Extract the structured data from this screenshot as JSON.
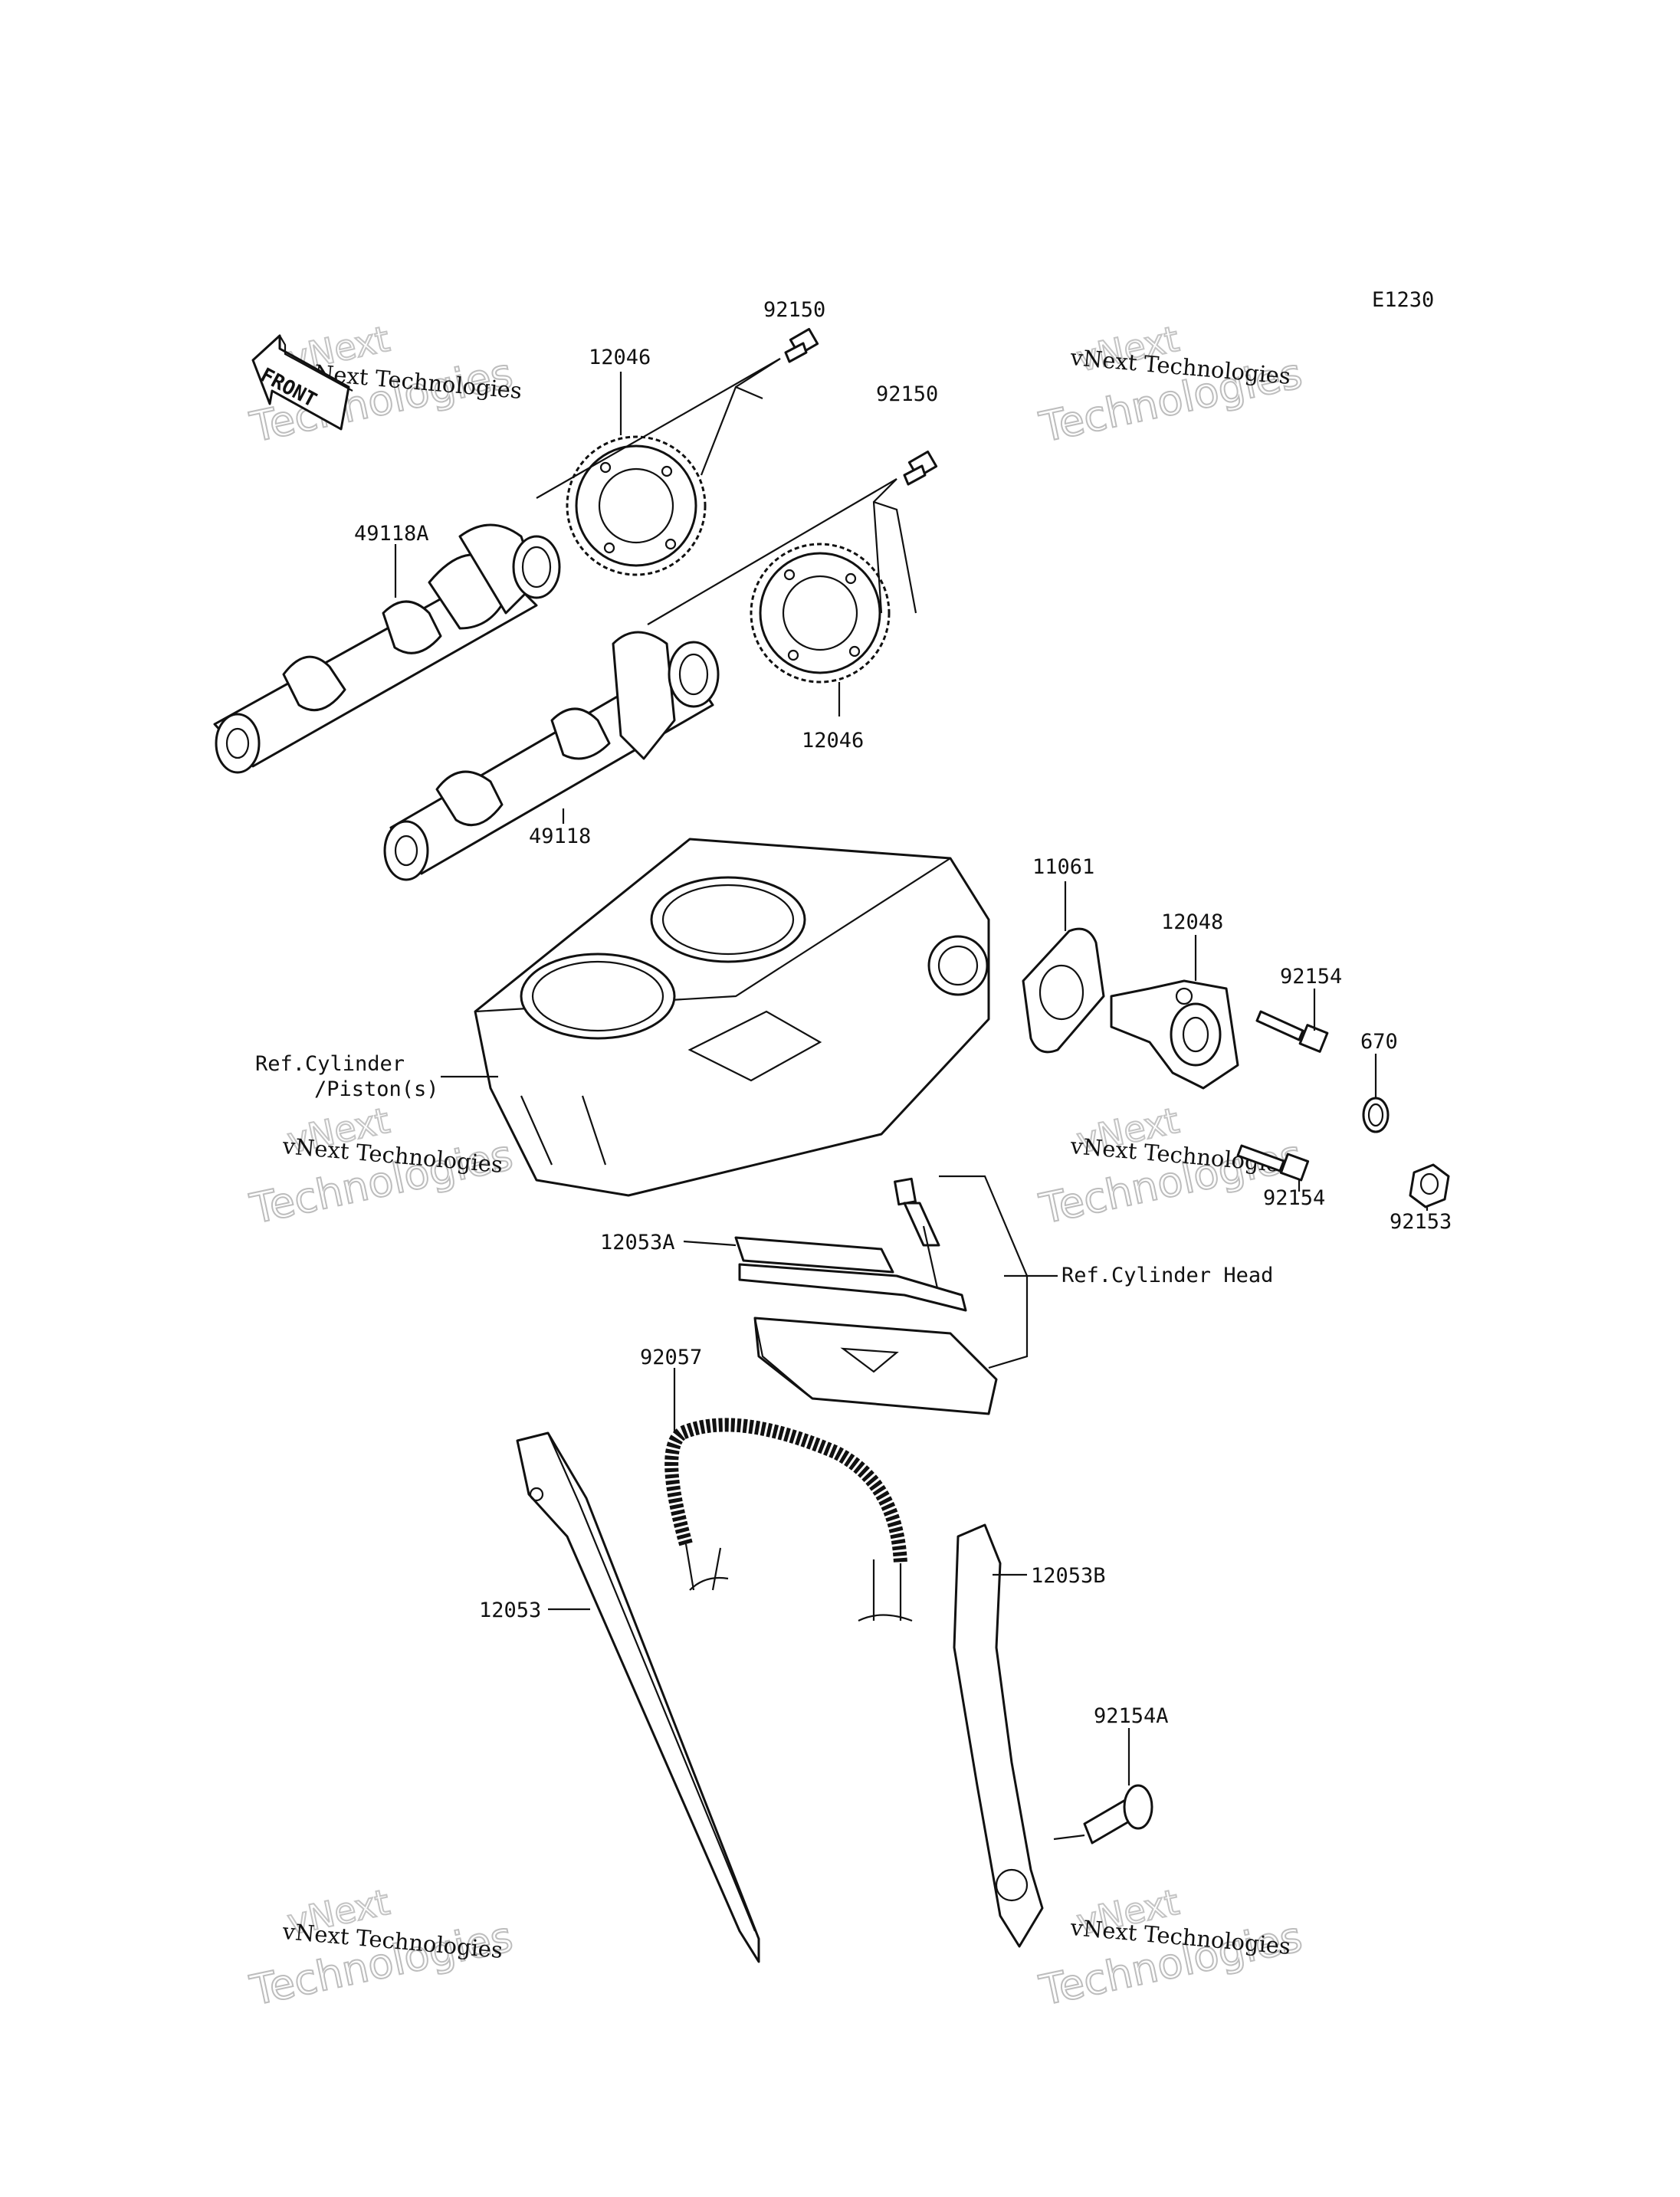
{
  "diagram_code": "E1230",
  "front_label": "FRONT",
  "labels": {
    "p92150_a": "92150",
    "p92150_b": "92150",
    "p12046_a": "12046",
    "p12046_b": "12046",
    "p49118A": "49118A",
    "p49118": "49118",
    "p11061": "11061",
    "p12048": "12048",
    "p92154_a": "92154",
    "p92154_b": "92154",
    "p670": "670",
    "p92153": "92153",
    "ref_cyl_1": "Ref.Cylinder",
    "ref_cyl_2": "/Piston(s)",
    "p12053A": "12053A",
    "ref_head": "Ref.Cylinder Head",
    "p92057": "92057",
    "p12053": "12053",
    "p12053B": "12053B",
    "p92154A": "92154A"
  },
  "watermark": {
    "line_small": "vNext Technologies",
    "big_1": "vNext",
    "big_2": "Technologies"
  }
}
